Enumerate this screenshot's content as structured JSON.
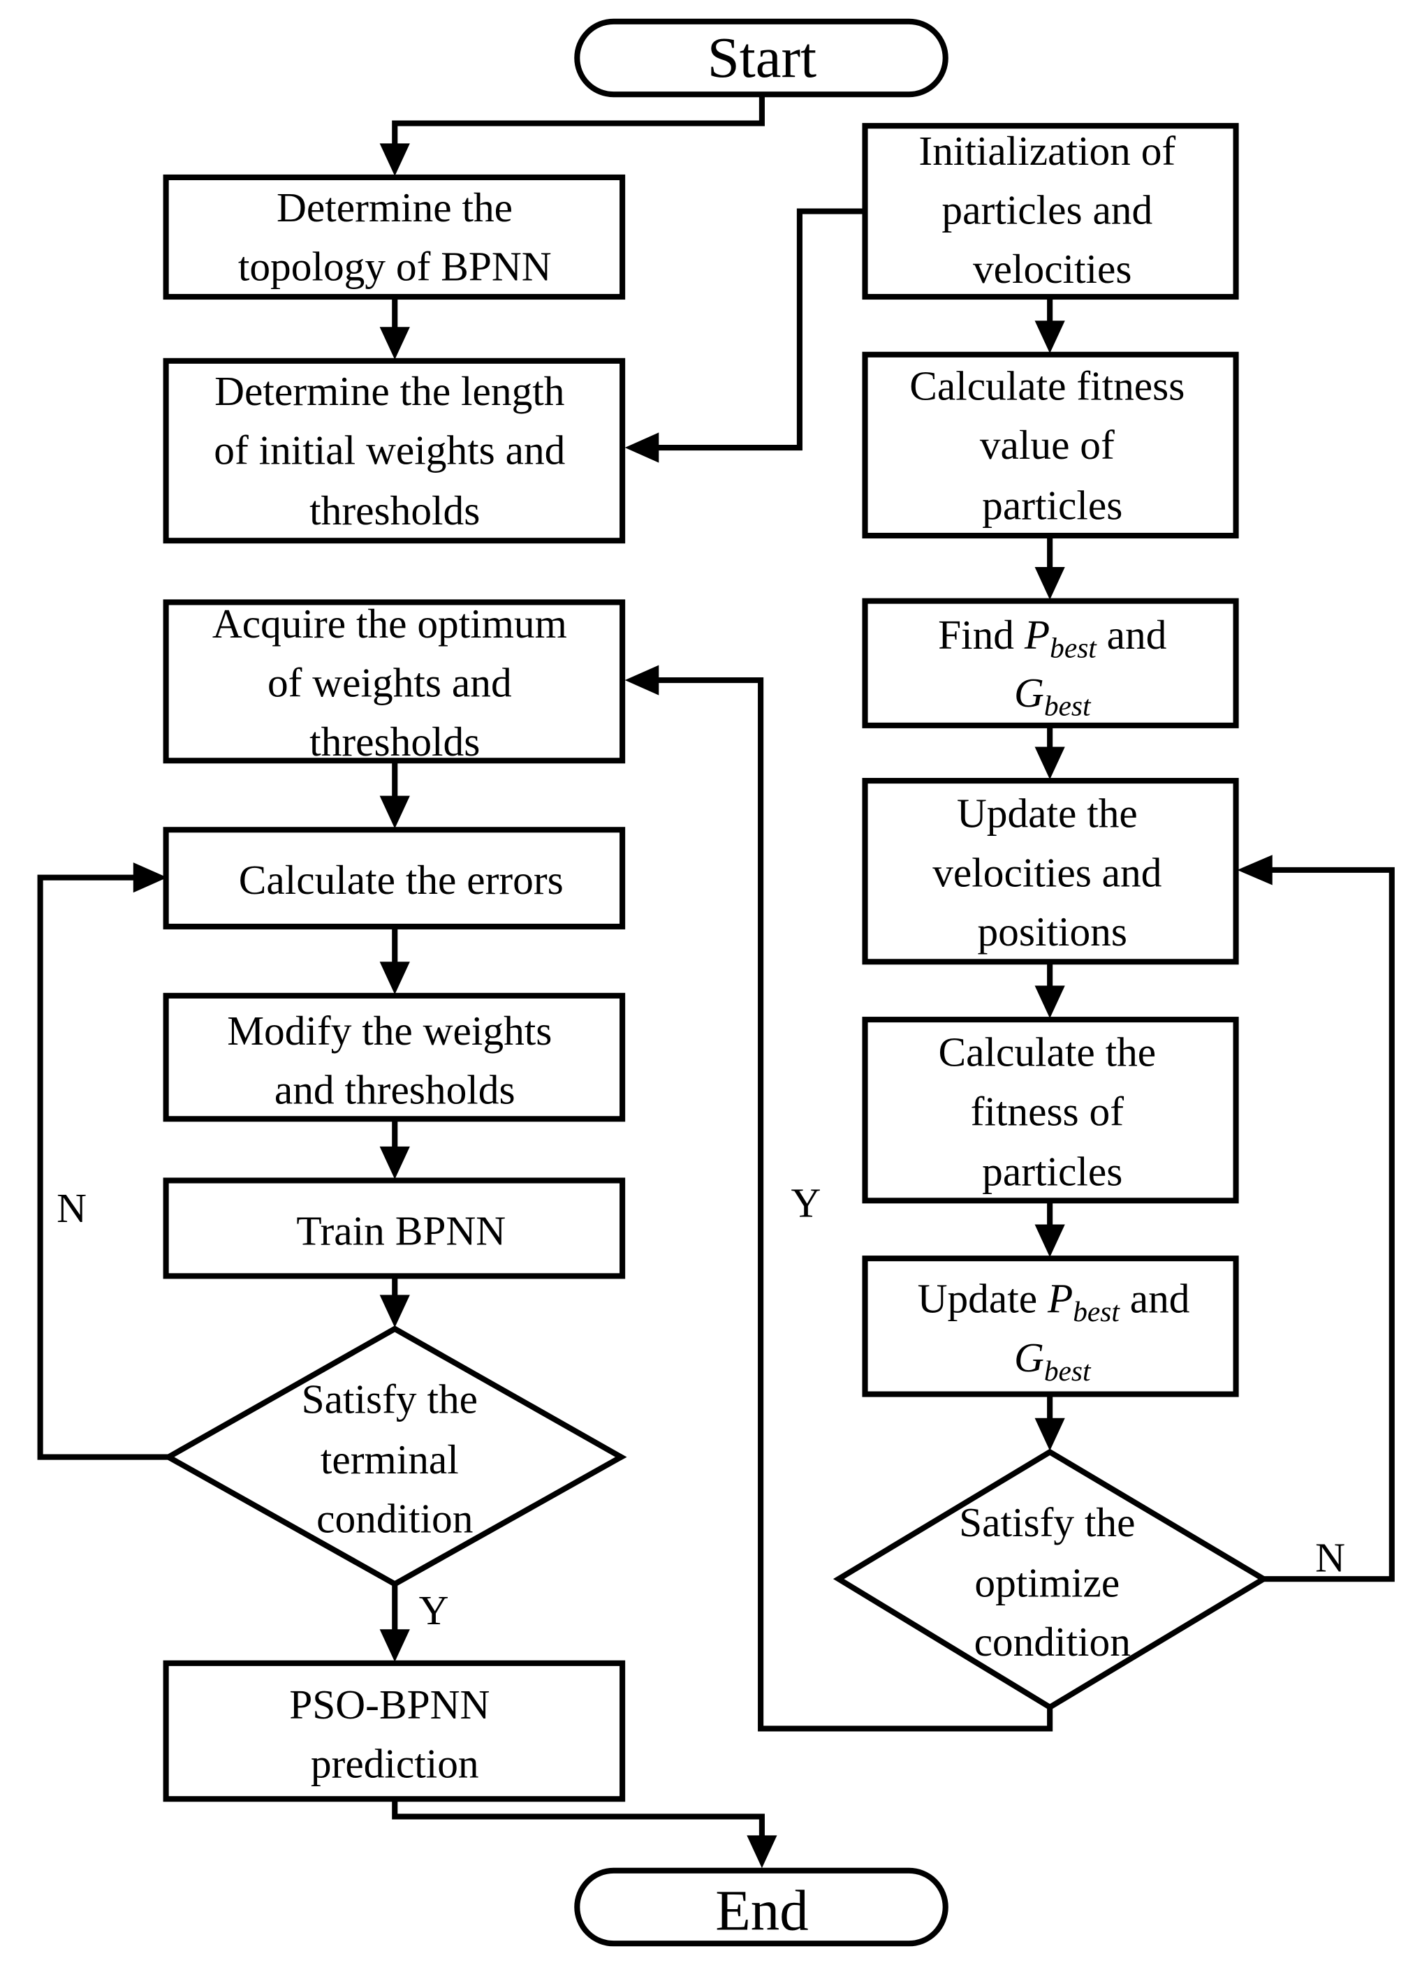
{
  "terminals": {
    "start": "Start",
    "end": "End"
  },
  "bpnn": {
    "topology": [
      "Determine the",
      "topology of  BPNN"
    ],
    "length": [
      "Determine the length",
      "of initial weights and",
      "thresholds"
    ],
    "optimum": [
      "Acquire the optimum",
      "of weights and",
      "thresholds"
    ],
    "errors": "Calculate the errors",
    "modify": [
      "Modify the weights",
      "and thresholds"
    ],
    "train": "Train BPNN",
    "terminal": [
      "Satisfy the",
      "terminal",
      "condition"
    ],
    "prediction": [
      "PSO-BPNN",
      "prediction"
    ]
  },
  "pso": {
    "init": [
      "Initialization of",
      "particles and",
      "velocities"
    ],
    "fitness": [
      "Calculate fitness",
      "value of",
      "particles"
    ],
    "find": {
      "prefix": "Find ",
      "p": "P",
      "p_sub": "best",
      "mid": " and",
      "g": "G",
      "g_sub": "best"
    },
    "update_vel": [
      "Update the",
      "velocities and",
      "positions"
    ],
    "calc_fit": [
      "Calculate  the",
      "fitness of",
      "particles"
    ],
    "update_best": {
      "prefix": "Update ",
      "p": "P",
      "p_sub": "best",
      "mid": " and",
      "g": "G",
      "g_sub": "best"
    },
    "optimize": [
      "Satisfy the",
      "optimize",
      "condition"
    ]
  },
  "branch_labels": {
    "bpnn_no": "N",
    "bpnn_yes": "Y",
    "pso_no": "N",
    "pso_yes": "Y"
  }
}
